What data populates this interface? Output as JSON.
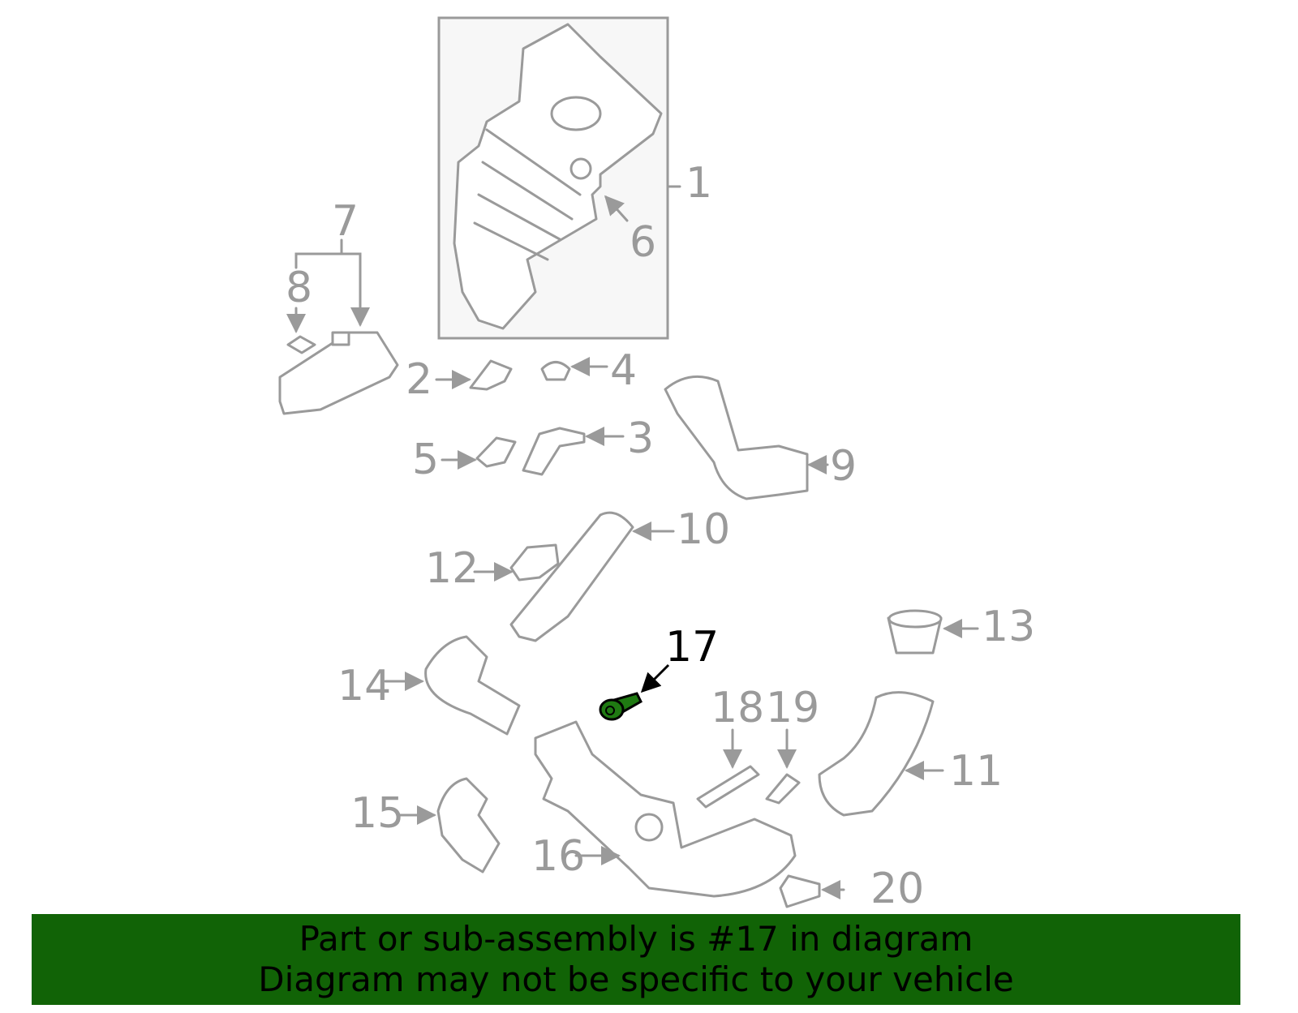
{
  "diagram": {
    "callouts": {
      "c1": "1",
      "c2": "2",
      "c3": "3",
      "c4": "4",
      "c5": "5",
      "c6": "6",
      "c7": "7",
      "c8": "8",
      "c9": "9",
      "c10": "10",
      "c11": "11",
      "c12": "12",
      "c13": "13",
      "c14": "14",
      "c15": "15",
      "c16": "16",
      "c17": "17",
      "c18": "18",
      "c19": "19",
      "c20": "20"
    },
    "highlight_part": "17",
    "highlight_color": "#1f7a12",
    "line_color": "#9a9a9a"
  },
  "banner": {
    "line1": "Part or sub-assembly is #17 in diagram",
    "line2": "Diagram may not be specific to your vehicle",
    "color": "#116306"
  }
}
